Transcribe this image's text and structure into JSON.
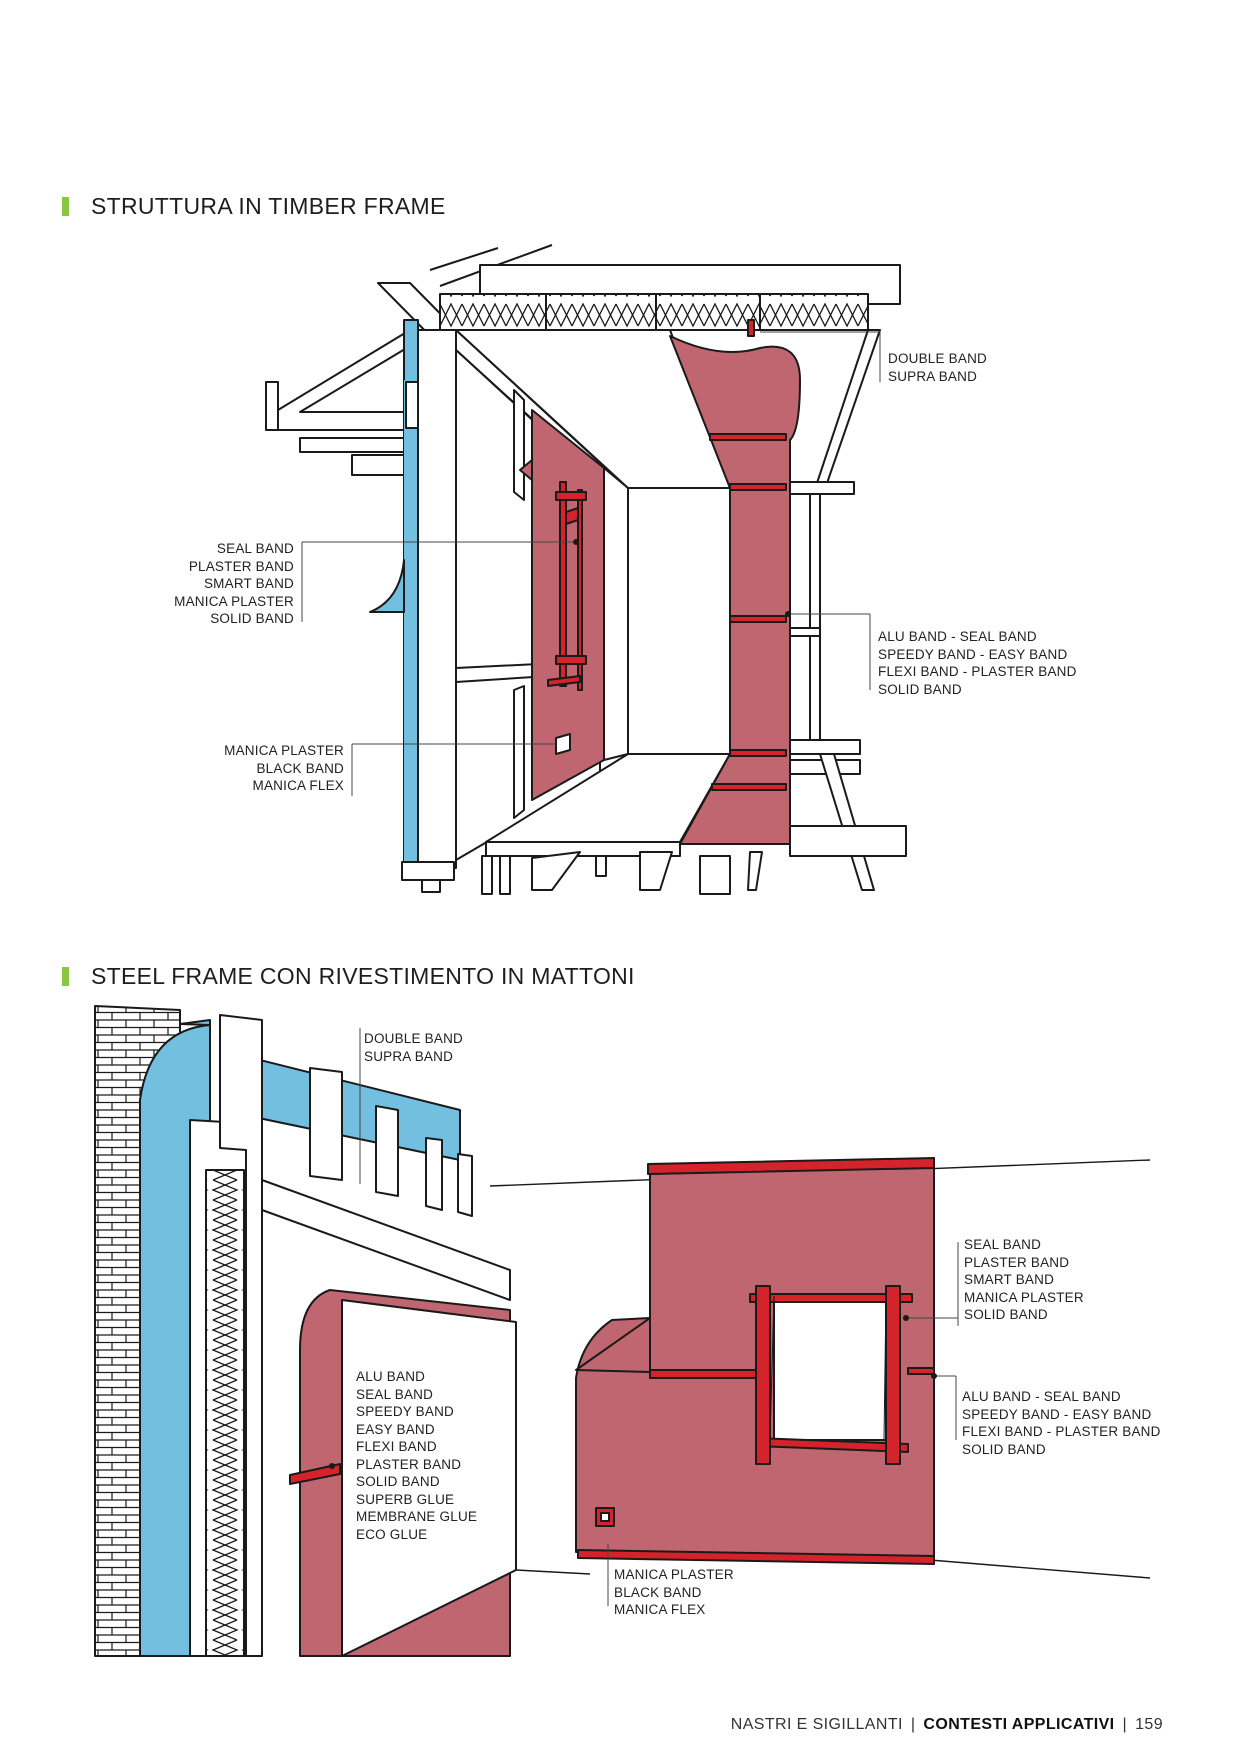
{
  "sections": [
    {
      "title": "STRUTTURA IN TIMBER FRAME"
    },
    {
      "title": "STEEL FRAME  CON RIVESTIMENTO IN MATTONI"
    }
  ],
  "colors": {
    "accent_bar": "#8cc63f",
    "membrane_red": "#bf6670",
    "band_red": "#d5232b",
    "membrane_blue": "#72bfe0",
    "line": "#1a1a1a"
  },
  "timber_labels": {
    "top_right": [
      "DOUBLE BAND",
      "SUPRA BAND"
    ],
    "left_upper": [
      "SEAL BAND",
      "PLASTER BAND",
      "SMART BAND",
      "MANICA PLASTER",
      "SOLID BAND"
    ],
    "left_lower": [
      "MANICA PLASTER",
      "BLACK BAND",
      "MANICA FLEX"
    ],
    "right_middle": [
      "ALU BAND - SEAL BAND",
      "SPEEDY BAND - EASY BAND",
      "FLEXI BAND - PLASTER BAND",
      "SOLID BAND"
    ]
  },
  "steel_labels": {
    "top": [
      "DOUBLE BAND",
      "SUPRA BAND"
    ],
    "left": [
      "ALU BAND",
      "SEAL BAND",
      "SPEEDY BAND",
      "EASY BAND",
      "FLEXI BAND",
      "PLASTER BAND",
      "SOLID BAND",
      "SUPERB GLUE",
      "MEMBRANE GLUE",
      "ECO GLUE"
    ],
    "right_upper": [
      "SEAL BAND",
      "PLASTER BAND",
      "SMART BAND",
      "MANICA PLASTER",
      "SOLID BAND"
    ],
    "right_lower": [
      "ALU BAND - SEAL BAND",
      "SPEEDY BAND - EASY BAND",
      "FLEXI BAND - PLASTER BAND",
      "SOLID BAND"
    ],
    "bottom": [
      "MANICA PLASTER",
      "BLACK BAND",
      "MANICA FLEX"
    ]
  },
  "footer": {
    "section": "NASTRI E SIGILLANTI",
    "chapter": "CONTESTI APPLICATIVI",
    "page": "159"
  }
}
